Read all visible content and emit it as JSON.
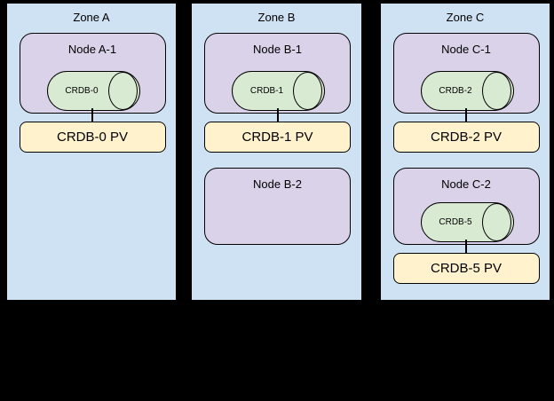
{
  "colors": {
    "canvas_bg": "#000000",
    "zone_fill": "#cfe2f3",
    "node_fill": "#d9d2e9",
    "cylinder_fill": "#d9ead3",
    "pv_fill": "#fff2cc",
    "border": "#000000"
  },
  "zones": [
    {
      "label": "Zone A",
      "rows": [
        {
          "node": {
            "label": "Node A-1",
            "pod": "CRDB-0"
          },
          "pv": "CRDB-0 PV"
        }
      ]
    },
    {
      "label": "Zone B",
      "rows": [
        {
          "node": {
            "label": "Node B-1",
            "pod": "CRDB-1"
          },
          "pv": "CRDB-1 PV"
        },
        {
          "node": {
            "label": "Node B-2"
          }
        }
      ]
    },
    {
      "label": "Zone C",
      "rows": [
        {
          "node": {
            "label": "Node C-1",
            "pod": "CRDB-2"
          },
          "pv": "CRDB-2 PV"
        },
        {
          "node": {
            "label": "Node C-2",
            "pod": "CRDB-5"
          },
          "pv": "CRDB-5 PV"
        }
      ]
    }
  ]
}
